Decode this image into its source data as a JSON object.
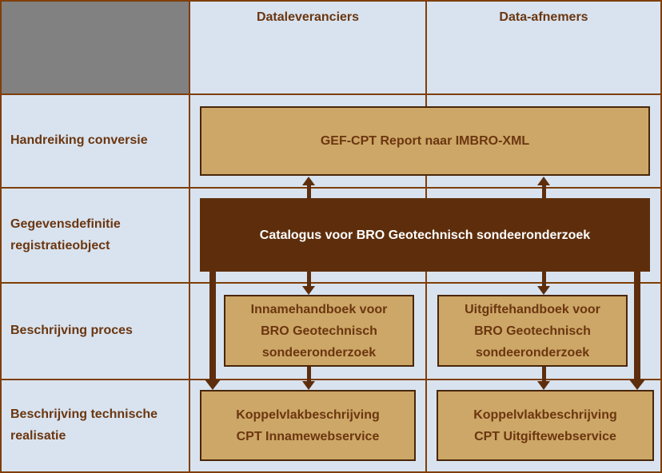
{
  "colors": {
    "cell_blue": "#d8e3ef",
    "corner_gray": "#818181",
    "grid_brown": "#7f3e06",
    "box_tan": "#cda767",
    "box_tan_border": "#49260a",
    "dark_brown": "#5e2e0c",
    "text_brown": "#6b3610",
    "catalogus_text": "#ffffff"
  },
  "header": {
    "dataleveranciers": "Dataleveranciers",
    "data_afnemers": "Data-afnemers"
  },
  "row_labels": {
    "r1": "Handreiking conversie",
    "r2": "Gegevensdefinitie\nregistratieobject",
    "r3": "Beschrijving proces",
    "r4": "Beschrijving technische\nrealisatie"
  },
  "boxes": {
    "gef_cpt": "GEF-CPT Report naar IMBRO-XML",
    "catalogus": "Catalogus voor BRO Geotechnisch sondeeronderzoek",
    "innamehandboek": "Innamehandboek voor\nBRO Geotechnisch\nsondeeronderzoek",
    "uitgiftehandboek": "Uitgiftehandboek voor\nBRO Geotechnisch\nsondeeronderzoek",
    "koppelvlak_inname": "Koppelvlakbeschrijving\nCPT Innamewebservice",
    "koppelvlak_uitgifte": "Koppelvlakbeschrijving\nCPT Uitgiftewebservice"
  }
}
